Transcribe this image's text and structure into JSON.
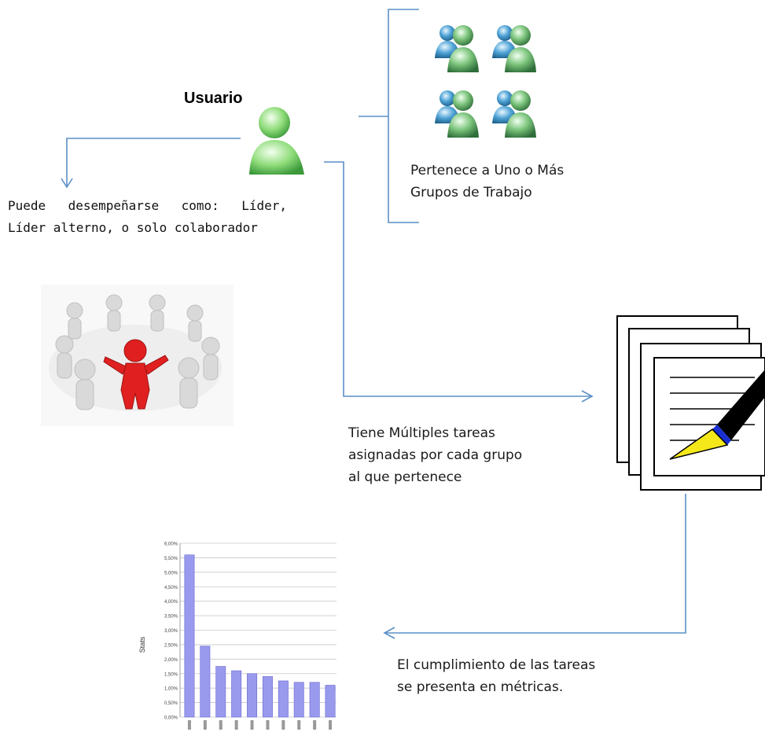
{
  "user": {
    "title": "Usuario"
  },
  "groups": {
    "line1": "Pertenece a Uno o Más",
    "line2": "Grupos de Trabajo"
  },
  "role": {
    "text": "Puede desempeñarse como: Líder, Líder alterno, o solo colaborador"
  },
  "tasks": {
    "line1": "Tiene Múltiples tareas",
    "line2": "asignadas por cada grupo",
    "line3": "al que pertenece"
  },
  "metrics": {
    "line1": "El cumplimiento  de las tareas",
    "line2": "se presenta en métricas."
  },
  "icons": {
    "user": "user-icon",
    "groups": "group-icon",
    "team": "team-circle-illustration",
    "documents": "documents-pen-icon"
  },
  "colors": {
    "connector": "#5b8fc7",
    "user_icon": "#6fcf6f",
    "group_icon": "#3a7fb0",
    "leader_figure": "#d42020",
    "bar_fill": "#9999ee"
  },
  "chart_data": {
    "type": "bar",
    "ylabel": "Stats",
    "ylim": [
      0,
      6
    ],
    "yticks": [
      "0,00%",
      "0,50%",
      "1,00%",
      "1,50%",
      "2,00%",
      "2,50%",
      "3,00%",
      "3,50%",
      "4,00%",
      "4,50%",
      "5,00%",
      "5,50%",
      "6,00%"
    ],
    "values": [
      5.6,
      2.45,
      1.75,
      1.6,
      1.5,
      1.4,
      1.25,
      1.2,
      1.2,
      1.1
    ]
  }
}
